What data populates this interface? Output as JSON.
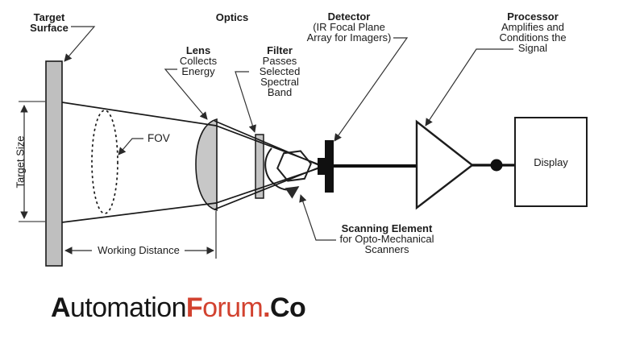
{
  "colors": {
    "brand_red": "#d2422f",
    "fill_gray": "#c3c3c3",
    "line_black": "#1a1a1a"
  },
  "labels": {
    "target_surface": {
      "line1": "Target",
      "line2": "Surface"
    },
    "optics": "Optics",
    "lens": {
      "title": "Lens",
      "line1": "Collects",
      "line2": "Energy"
    },
    "filter": {
      "title": "Filter",
      "line1": "Passes",
      "line2": "Selected",
      "line3": "Spectral",
      "line4": "Band"
    },
    "detector": {
      "title": "Detector",
      "line1": "(IR Focal Plane",
      "line2": "Array for Imagers)"
    },
    "processor": {
      "title": "Processor",
      "line1": "Amplifies and",
      "line2": "Conditions the",
      "line3": "Signal"
    },
    "scanning_element": {
      "title": "Scanning Element",
      "line1": "for Opto-Mechanical",
      "line2": "Scanners"
    },
    "fov": "FOV",
    "target_size": "Target Size",
    "working_distance": "Working Distance",
    "display": "Display"
  },
  "logo": {
    "a": "A",
    "utomation": "utomation",
    "f": "F",
    "orum": "orum",
    "dot": ".",
    "co": "Co"
  }
}
